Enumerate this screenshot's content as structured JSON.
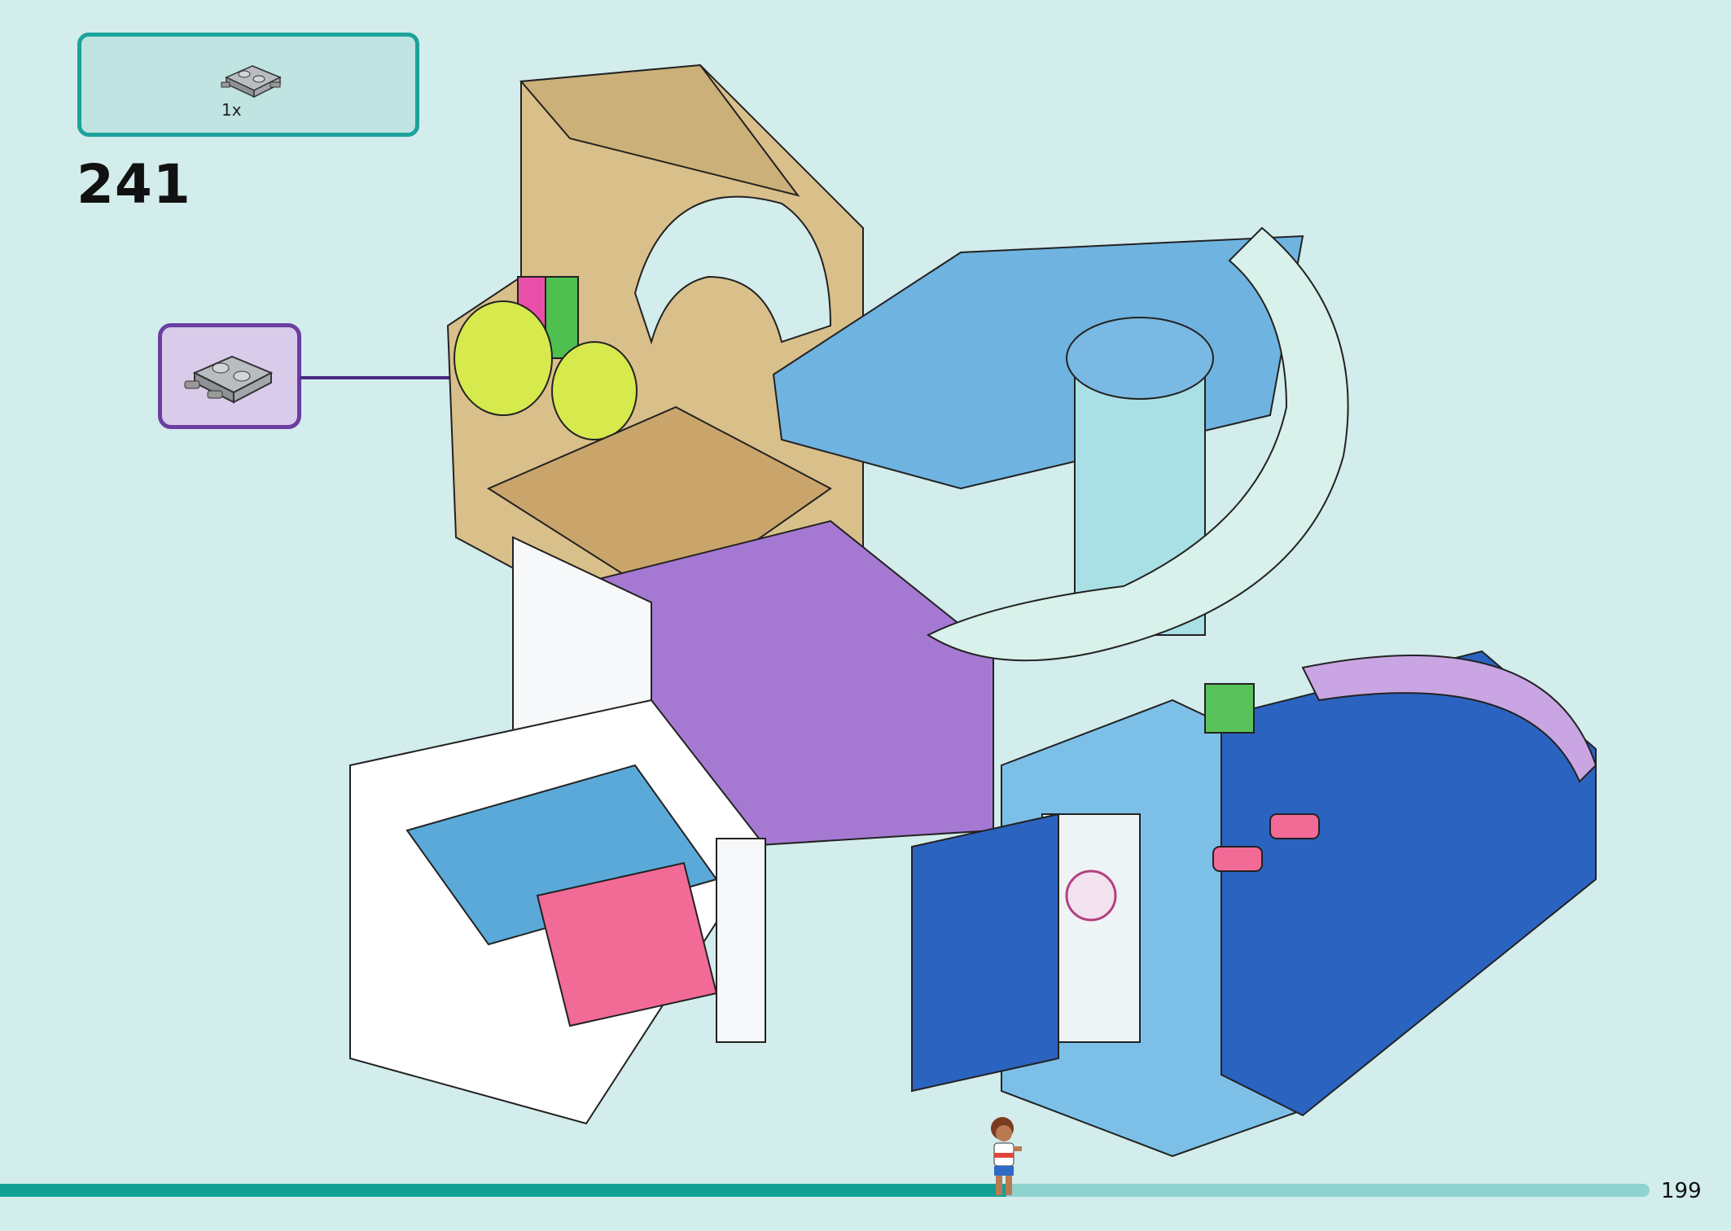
{
  "parts_list": {
    "items": [
      {
        "part_icon": "gray-plate-with-clips-icon",
        "quantity": "1x"
      }
    ],
    "border_color": "#1aa39b",
    "background": "#bfe4e2"
  },
  "step": {
    "number": "241"
  },
  "callout": {
    "part_icon": "gray-plate-with-clips-icon",
    "border_color": "#6b3ea0",
    "background": "#d9cbea"
  },
  "model": {
    "icon": "lego-build-model-icon"
  },
  "progress": {
    "fraction": 0.61,
    "fill_color": "#12a095",
    "track_color": "#8fd3cf"
  },
  "minifigure": {
    "icon": "minifigure-icon"
  },
  "page": {
    "number": "199"
  }
}
